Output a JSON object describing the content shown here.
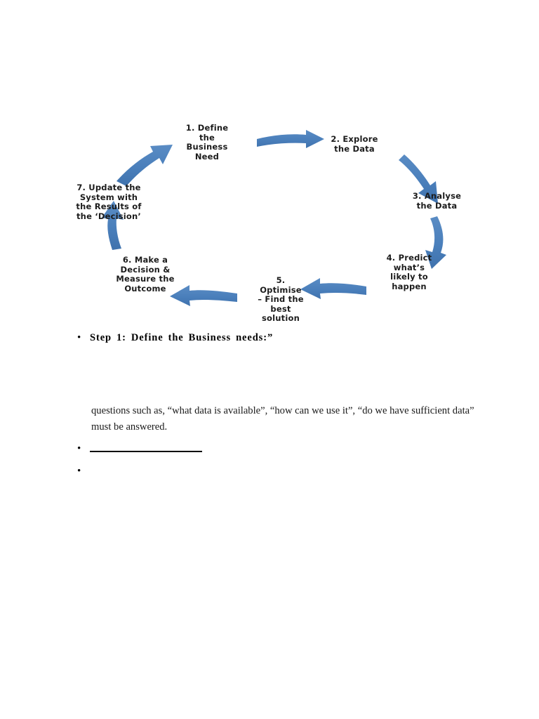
{
  "document": {
    "diagram": {
      "title": "Seven step data-driven decision cycle",
      "arrow_color": "#4a7fbb",
      "label_color": "#1c1c1c",
      "nodes": [
        {
          "id": "step-1",
          "text": "1. Define\nthe\nBusiness\nNeed"
        },
        {
          "id": "step-2",
          "text": "2. Explore\nthe Data"
        },
        {
          "id": "step-3",
          "text": "3. Analyse\nthe Data"
        },
        {
          "id": "step-4",
          "text": "4. Predict\nwhat’s\nlikely to\nhappen"
        },
        {
          "id": "step-5",
          "text": "5.\nOptimise\n– Find the\nbest\nsolution"
        },
        {
          "id": "step-6",
          "text": "6. Make a\nDecision &\nMeasure the\nOutcome"
        },
        {
          "id": "step-7",
          "text": "7. Update the\nSystem with\nthe Results of\nthe ‘Decision’"
        }
      ],
      "arrows": [
        {
          "from": "step-1",
          "to": "step-2"
        },
        {
          "from": "step-2",
          "to": "step-3"
        },
        {
          "from": "step-3",
          "to": "step-4"
        },
        {
          "from": "step-4",
          "to": "step-5"
        },
        {
          "from": "step-5",
          "to": "step-6"
        },
        {
          "from": "step-6",
          "to": "step-7"
        },
        {
          "from": "step-7",
          "to": "step-1"
        }
      ]
    },
    "body": {
      "bullet_glyph": "•",
      "step1_heading": "Step 1: Define the Business needs:”",
      "paragraph": "questions such as, “what data is available”, “how can we use it”, “do we have sufficient data” must be answered.",
      "blank_bullet": "",
      "empty_bullet": ""
    }
  }
}
